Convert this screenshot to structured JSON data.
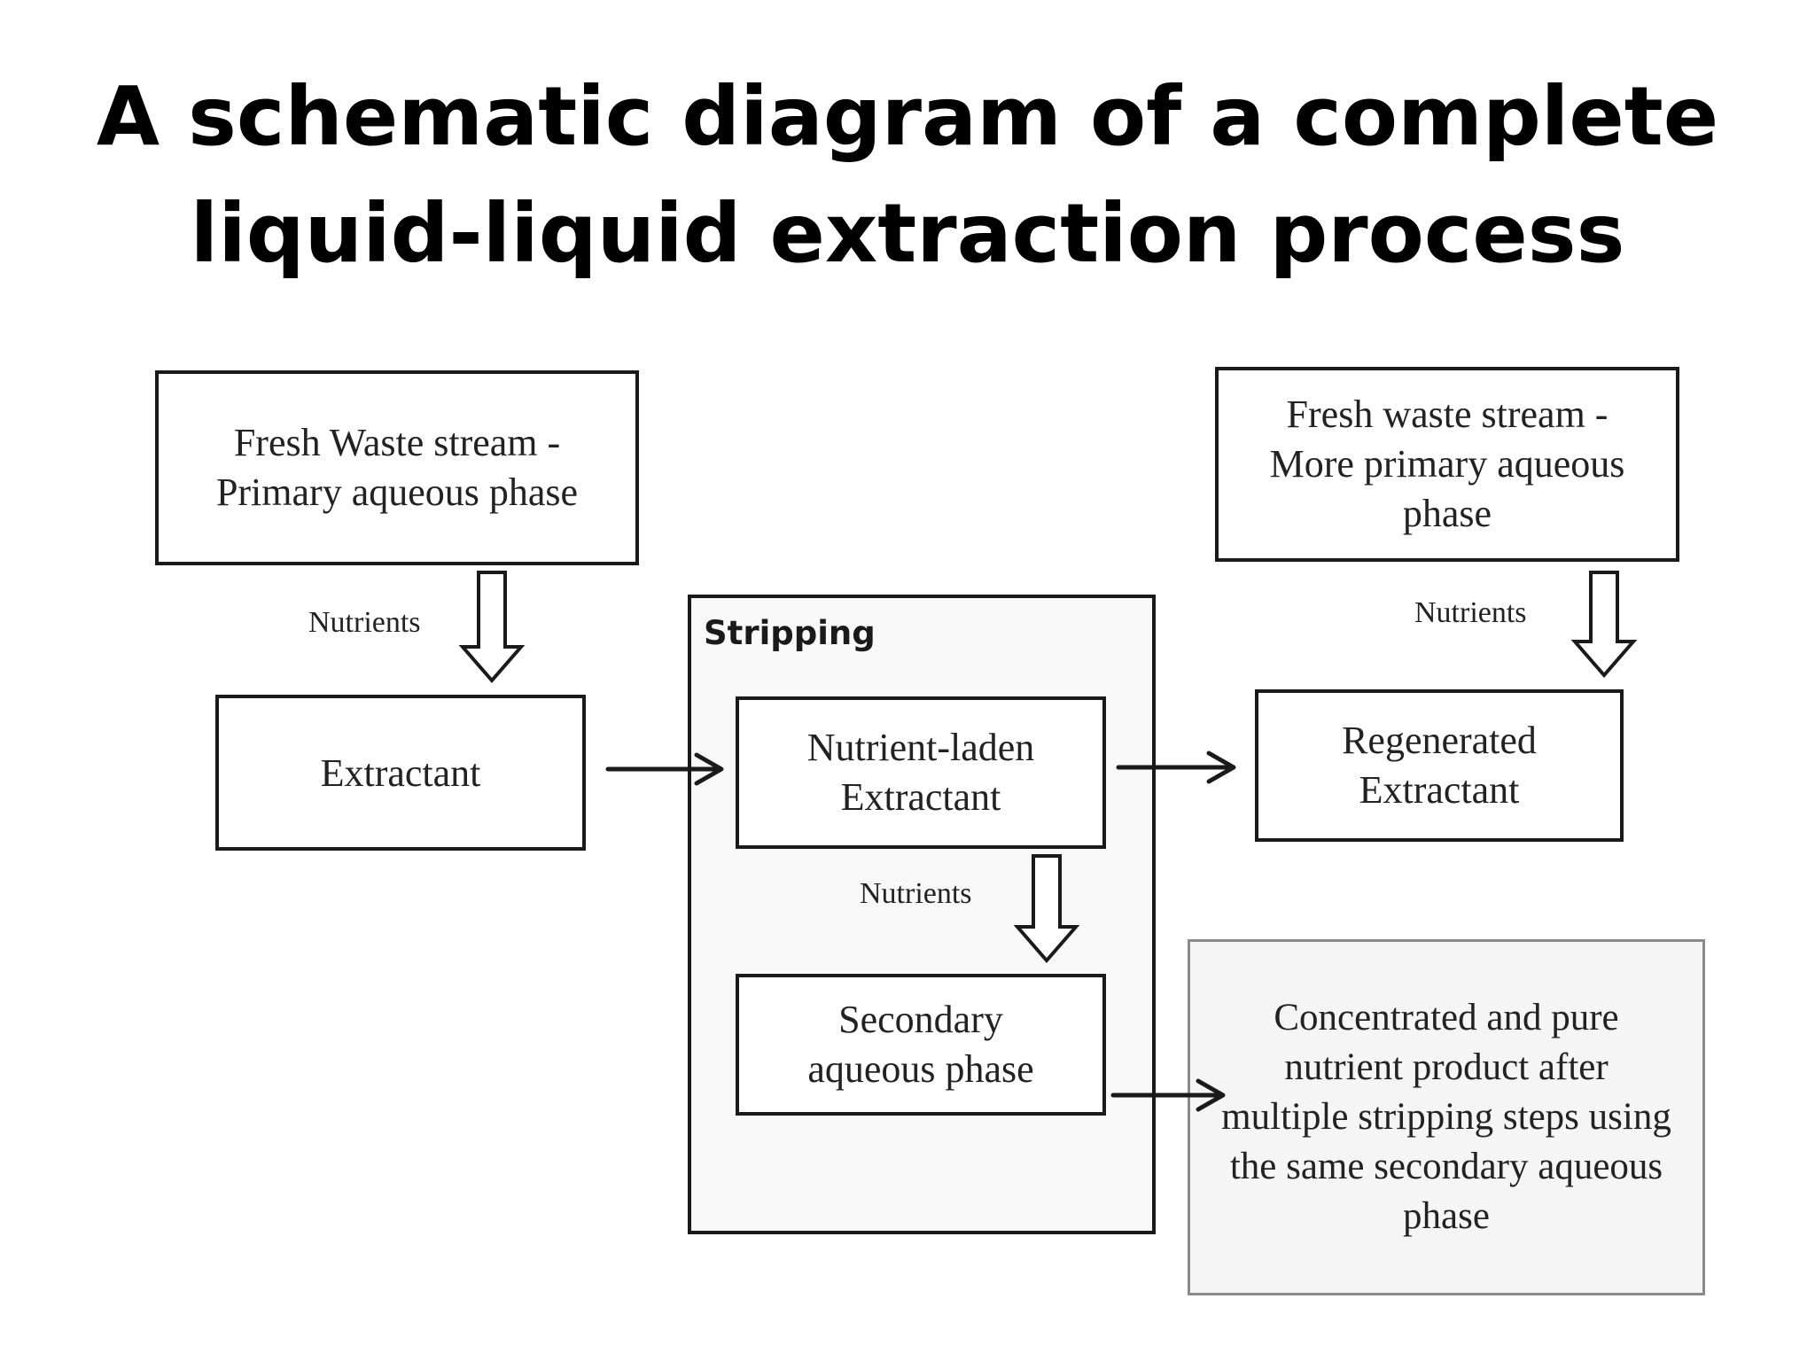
{
  "title": {
    "line1": "A schematic diagram of a complete",
    "line2": "liquid-liquid extraction process"
  },
  "boxes": {
    "fresh_waste_primary": "Fresh Waste stream - Primary aqueous phase",
    "extractant": "Extractant",
    "fresh_waste_more": "Fresh waste stream - More primary aqueous phase",
    "nutrient_laden": "Nutrient-laden Extractant",
    "secondary_aqueous": "Secondary aqueous phase",
    "regenerated": "Regenerated Extractant",
    "concentrated_product": "Concentrated and pure nutrient product after multiple stripping steps using the same secondary aqueous phase"
  },
  "group": {
    "stripping_label": "Stripping"
  },
  "flow_labels": {
    "nutrients_left": "Nutrients",
    "nutrients_right": "Nutrients",
    "nutrients_center": "Nutrients"
  },
  "colors": {
    "line": "#1a1a1a",
    "text": "#222222",
    "stripping_fill": "#f8f8f8",
    "product_fill": "#f5f5f5"
  }
}
